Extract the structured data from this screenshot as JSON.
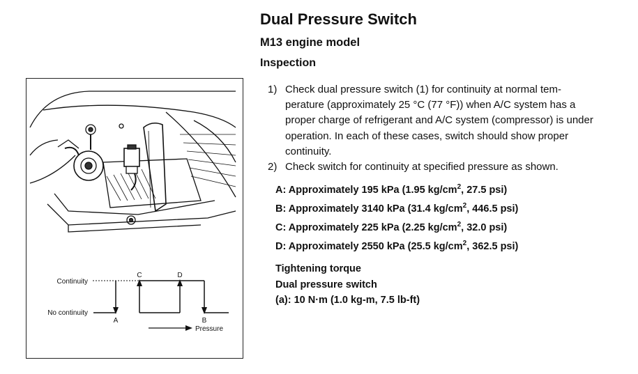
{
  "header": {
    "title": "Dual Pressure Switch",
    "subtitle": "M13 engine model",
    "section": "Inspection"
  },
  "steps": [
    {
      "num": "1)",
      "text": "Check dual pressure switch (1) for continuity at normal tem- perature (approximately 25 °C (77 °F)) when A/C system has a proper charge of refrigerant and A/C system (compressor) is under operation. In each of these cases, switch should show proper continuity."
    },
    {
      "num": "2)",
      "text": "Check switch for continuity at specified pressure as shown."
    }
  ],
  "specs": [
    {
      "pre": "A: Approximately 195 kPa (1.95 kg/cm",
      "sup": "2",
      "post": ", 27.5 psi)"
    },
    {
      "pre": "B: Approximately 3140 kPa (31.4 kg/cm",
      "sup": "2",
      "post": ", 446.5 psi)"
    },
    {
      "pre": "C: Approximately 225 kPa (2.25 kg/cm",
      "sup": "2",
      "post": ", 32.0 psi)"
    },
    {
      "pre": "D: Approximately 2550 kPa (25.5 kg/cm",
      "sup": "2",
      "post": ", 362.5 psi)"
    }
  ],
  "torque": {
    "heading": "Tightening torque",
    "item": "Dual pressure switch",
    "value": "(a): 10 N·m (1.0 kg-m, 7.5 lb-ft)"
  },
  "diagram": {
    "continuity_label": "Continuity",
    "no_continuity_label": "No continuity",
    "point_a": "A",
    "point_b": "B",
    "point_c": "C",
    "point_d": "D",
    "pressure_label": "Pressure"
  }
}
